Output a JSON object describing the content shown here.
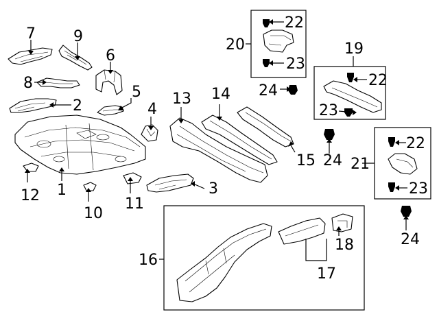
{
  "callouts": {
    "c1": "1",
    "c2": "2",
    "c3": "3",
    "c4": "4",
    "c5": "5",
    "c6": "6",
    "c7": "7",
    "c8": "8",
    "c9": "9",
    "c10": "10",
    "c11": "11",
    "c12": "12",
    "c13": "13",
    "c14": "14",
    "c15": "15",
    "c16": "16",
    "c17": "17",
    "c18": "18",
    "c19": "19",
    "c20": "20",
    "c21": "21",
    "c22a": "22",
    "c22b": "22",
    "c22c": "22",
    "c23a": "23",
    "c23b": "23",
    "c23c": "23",
    "c24a": "24",
    "c24b": "24",
    "c24c": "24"
  }
}
